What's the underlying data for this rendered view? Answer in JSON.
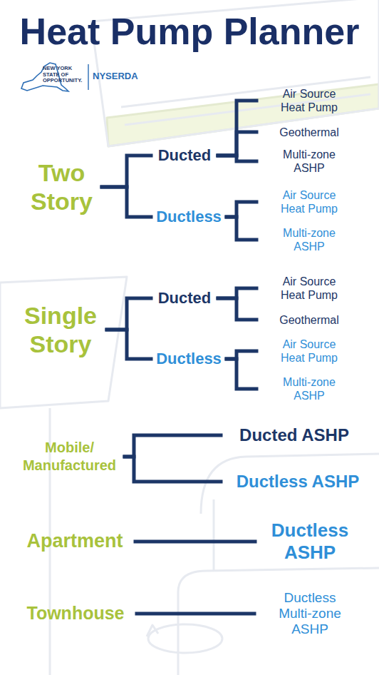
{
  "diagram": {
    "title": "Heat Pump Planner",
    "nodes": [
      {
        "text": [
          "Two Story"
        ]
      },
      {
        "text": [
          "Ducted"
        ]
      },
      {
        "text": [
          "Air Source Heat Pump"
        ]
      },
      {
        "text": [
          "Geothermal"
        ]
      },
      {
        "text": [
          "Multi-zone ASHP"
        ]
      },
      {
        "text": [
          "Ductless"
        ]
      },
      {
        "text": [
          "Air Source Heat Pump"
        ]
      },
      {
        "text": [
          "Multi-zone ASHP"
        ]
      },
      {
        "text": [
          "Single Story"
        ]
      },
      {
        "text": [
          "Ducted"
        ]
      },
      {
        "text": [
          "Air Source Heat Pump"
        ]
      },
      {
        "text": [
          "Geothermal"
        ]
      },
      {
        "text": [
          "Ductless"
        ]
      },
      {
        "text": [
          "Air Source Heat Pump"
        ]
      },
      {
        "text": [
          "Multi-zone ASHP"
        ]
      },
      {
        "text": [
          "Mobile/ Manufactured"
        ]
      },
      {
        "text": [
          "Ducted ASHP"
        ]
      },
      {
        "text": [
          "Ductless ASHP"
        ]
      },
      {
        "text": [
          "Apartment"
        ]
      },
      {
        "text": [
          "Ductless ASHP"
        ]
      },
      {
        "text": [
          "Townhouse"
        ]
      },
      {
        "text": [
          "Ductless Multi-zone ASHP"
        ]
      }
    ],
    "edges": [
      {
        "from": 0,
        "to": 1,
        "arrow": "none"
      },
      {
        "from": 0,
        "to": 5,
        "arrow": "none"
      },
      {
        "from": 1,
        "to": 2,
        "arrow": "none"
      },
      {
        "from": 1,
        "to": 3,
        "arrow": "none"
      },
      {
        "from": 1,
        "to": 4,
        "arrow": "none"
      },
      {
        "from": 5,
        "to": 6,
        "arrow": "none"
      },
      {
        "from": 5,
        "to": 7,
        "arrow": "none"
      },
      {
        "from": 8,
        "to": 9,
        "arrow": "none"
      },
      {
        "from": 8,
        "to": 12,
        "arrow": "none"
      },
      {
        "from": 9,
        "to": 10,
        "arrow": "none"
      },
      {
        "from": 9,
        "to": 11,
        "arrow": "none"
      },
      {
        "from": 12,
        "to": 13,
        "arrow": "none"
      },
      {
        "from": 12,
        "to": 14,
        "arrow": "none"
      },
      {
        "from": 15,
        "to": 16,
        "arrow": "none"
      },
      {
        "from": 15,
        "to": 17,
        "arrow": "none"
      },
      {
        "from": 18,
        "to": 19,
        "arrow": "none"
      },
      {
        "from": 20,
        "to": 21,
        "arrow": "none"
      }
    ],
    "labels": [
      "NEW YORK STATE OF OPPORTUNITY.",
      "NYSERDA"
    ]
  }
}
